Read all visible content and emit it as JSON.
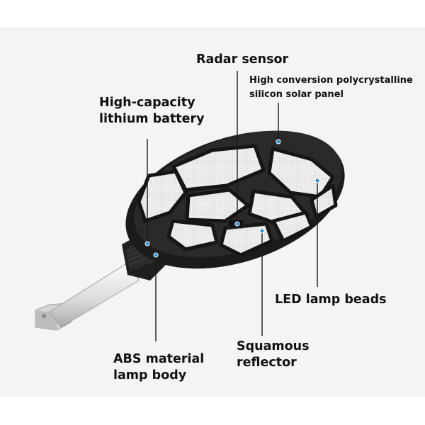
{
  "labels": {
    "radar_sensor": "Radar sensor",
    "solar_panel_line1": "High conversion polycrystalline",
    "solar_panel_line2": "silicon solar panel",
    "battery_line1": "High-capacity",
    "battery_line2": "lithium battery",
    "led_beads": "LED lamp beads",
    "abs_body_line1": "ABS material",
    "abs_body_line2": "lamp body",
    "reflector_line1": "Squamous",
    "reflector_line2": "reflector"
  },
  "colors": {
    "background": "#ffffff",
    "panel": "#f4f4f4",
    "text": "#111111",
    "leader": "#1a1a1a",
    "dot": "#2a8fd6",
    "housing": "#1c1c1c",
    "led_cell": "#e9e9e9"
  }
}
